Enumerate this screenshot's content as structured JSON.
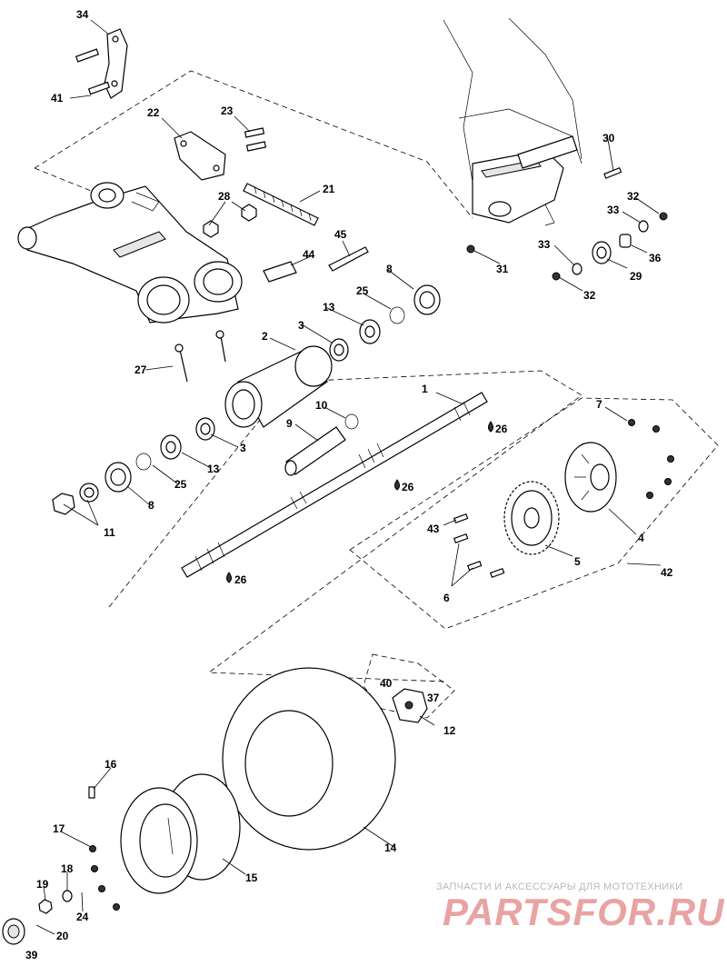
{
  "diagram": {
    "part_numbers": {
      "p1": "1",
      "p2": "2",
      "p3a": "3",
      "p3b": "3",
      "p4": "4",
      "p5": "5",
      "p6": "6",
      "p7": "7",
      "p8a": "8",
      "p8b": "8",
      "p9": "9",
      "p10": "10",
      "p11": "11",
      "p12": "12",
      "p13a": "13",
      "p13b": "13",
      "p14": "14",
      "p15": "15",
      "p16": "16",
      "p17": "17",
      "p18": "18",
      "p19": "19",
      "p20": "20",
      "p21": "21",
      "p22": "22",
      "p23": "23",
      "p24": "24",
      "p25a": "25",
      "p25b": "25",
      "p26a": "26",
      "p26b": "26",
      "p26c": "26",
      "p27": "27",
      "p28": "28",
      "p29": "29",
      "p30": "30",
      "p31": "31",
      "p32a": "32",
      "p32b": "32",
      "p33a": "33",
      "p33b": "33",
      "p34": "34",
      "p36": "36",
      "p37": "37",
      "p39": "39",
      "p40": "40",
      "p41": "41",
      "p42": "42",
      "p43": "43",
      "p44": "44",
      "p45": "45"
    },
    "icons": {
      "grease": "grease-drop-icon"
    }
  },
  "watermark": {
    "caption": "ЗАПЧАСТИ И АКСЕССУАРЫ ДЛЯ МОТОТЕХНИКИ",
    "logo_text": "PARTSFOR.RU",
    "logo_color": "#e8a3a3"
  }
}
